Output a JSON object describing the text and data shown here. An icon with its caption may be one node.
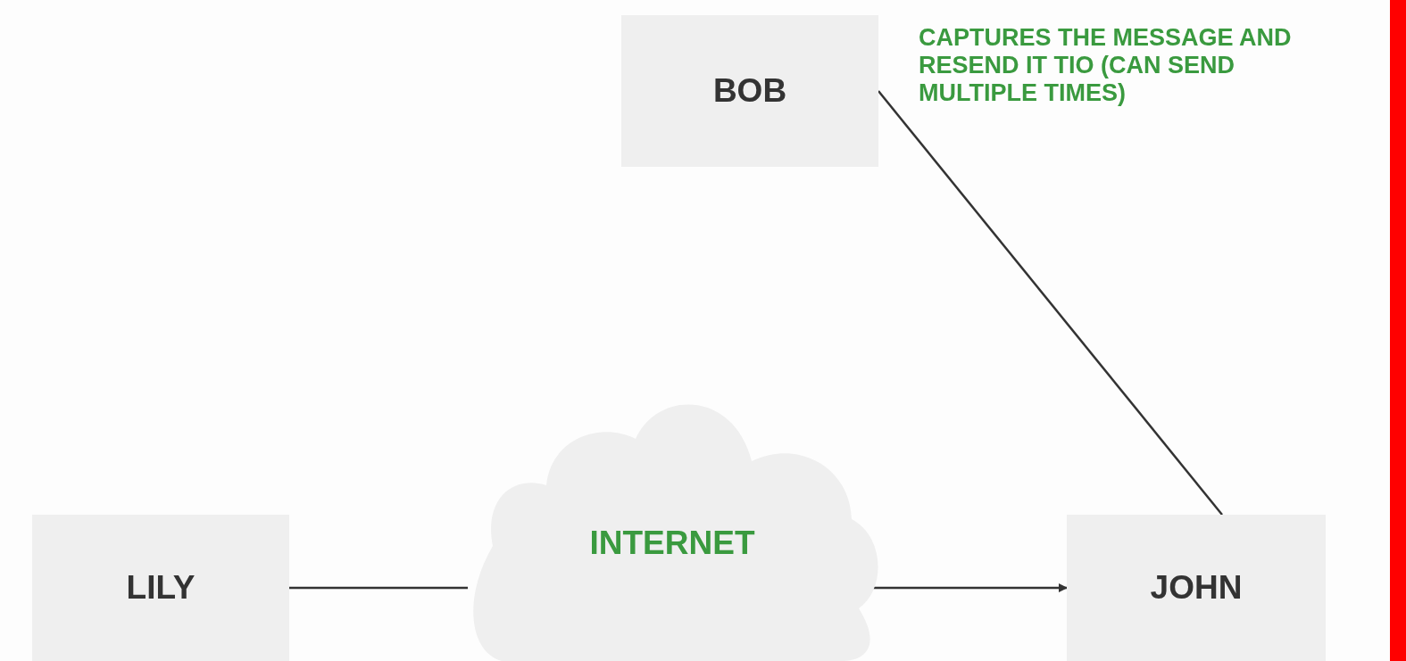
{
  "diagram": {
    "nodes": [
      {
        "text": [
          "BOB"
        ],
        "beside": [
          "CAPTURES THE MESSAGE AND RESEND IT TIO (CAN SEND MULTIPLE TIMES)"
        ]
      },
      {
        "text": [
          "LILY"
        ]
      },
      {
        "text": [
          "INTERNET"
        ]
      },
      {
        "text": [
          "JOHN"
        ]
      },
      {
        "text": [],
        "shape": "bar"
      }
    ],
    "edges": [
      {
        "from": 1,
        "to": 2,
        "arrow": "none"
      },
      {
        "from": 2,
        "to": 3,
        "arrow": "to"
      },
      {
        "from": 0,
        "to": 3,
        "arrow": "none"
      }
    ]
  }
}
